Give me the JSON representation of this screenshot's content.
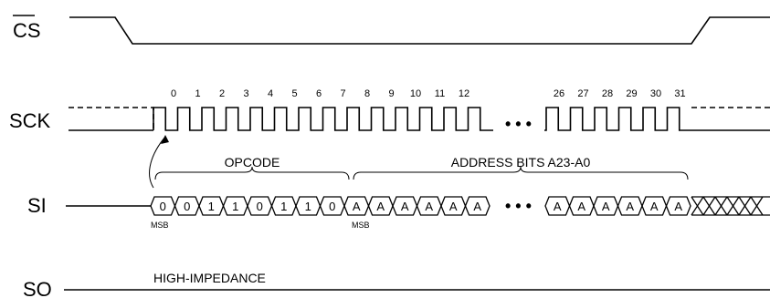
{
  "signals": {
    "cs": "CS",
    "sck": "SCK",
    "si": "SI",
    "so": "SO"
  },
  "clock_numbers_first": [
    "0",
    "1",
    "2",
    "3",
    "4",
    "5",
    "6",
    "7",
    "8",
    "9",
    "10",
    "11",
    "12"
  ],
  "clock_numbers_last": [
    "26",
    "27",
    "28",
    "29",
    "30",
    "31"
  ],
  "labels": {
    "opcode": "OPCODE",
    "address": "ADDRESS BITS A23-A0",
    "high_impedance": "HIGH-IMPEDANCE",
    "msb": "MSB",
    "ellipsis": "• • •"
  },
  "opcode_bits": [
    "0",
    "0",
    "1",
    "1",
    "0",
    "1",
    "1",
    "0"
  ],
  "address_bits_first": [
    "A",
    "A",
    "A",
    "A",
    "A",
    "A"
  ],
  "address_bits_last": [
    "A",
    "A",
    "A",
    "A",
    "A",
    "A"
  ]
}
